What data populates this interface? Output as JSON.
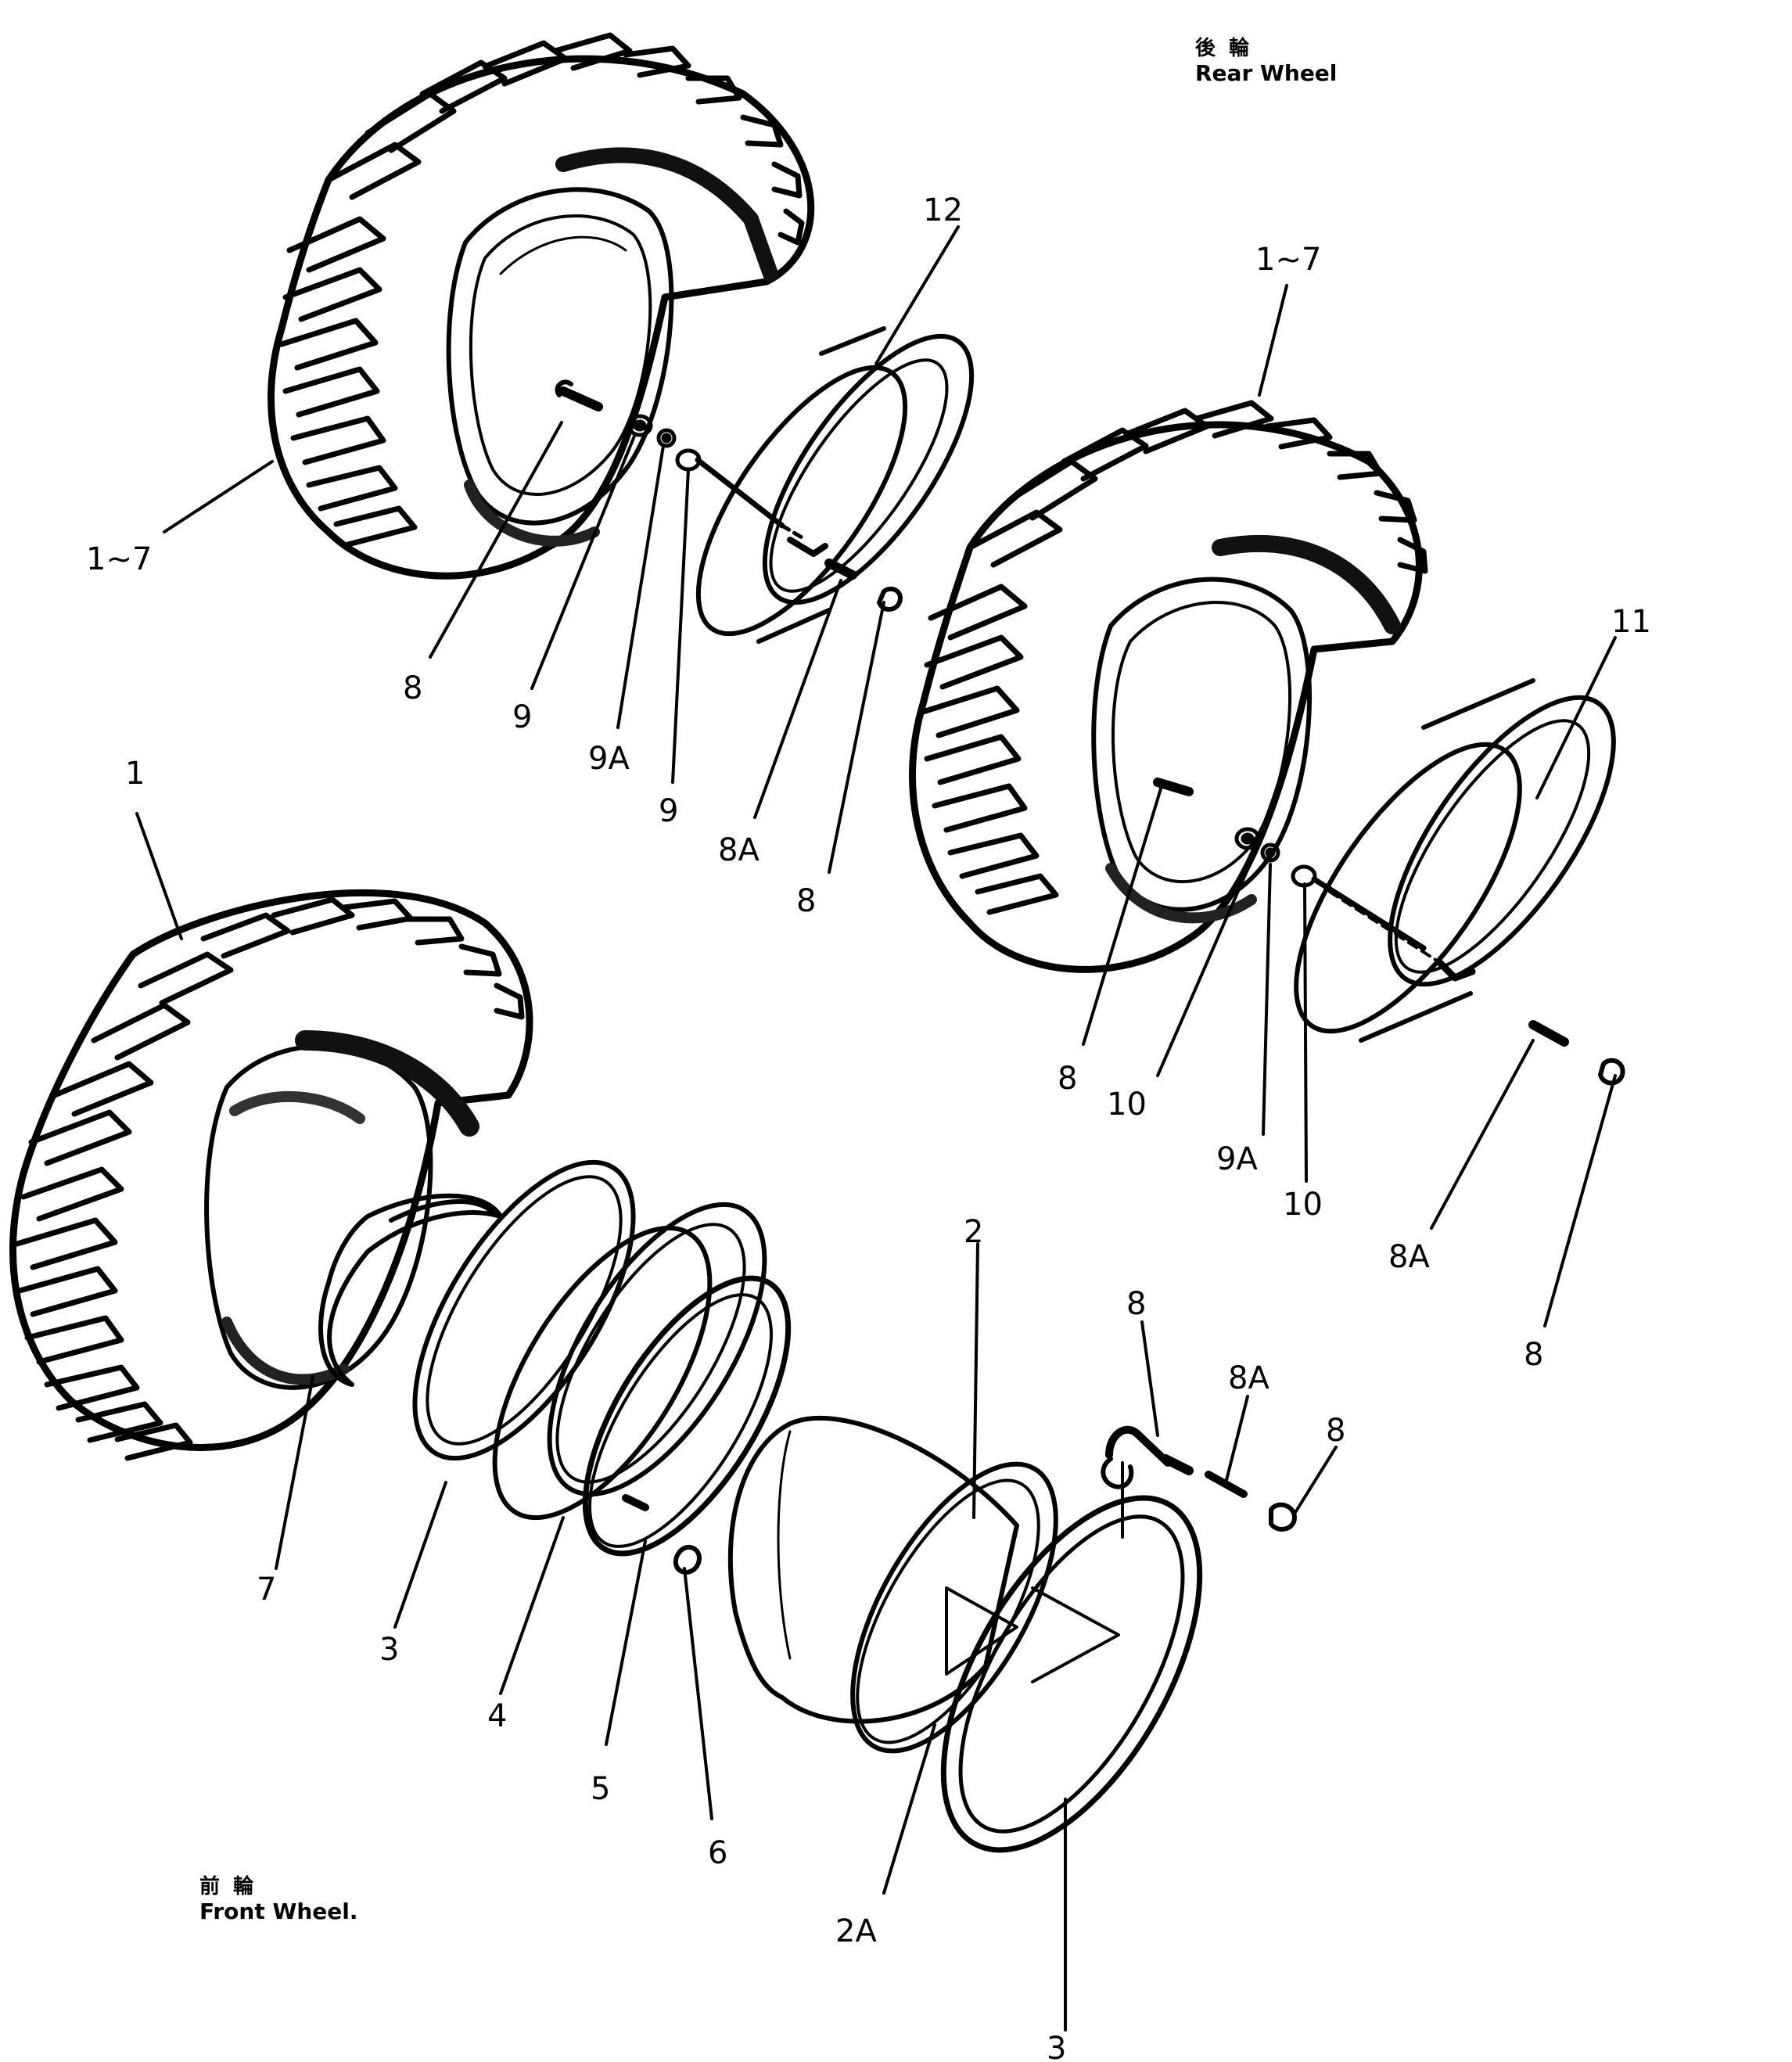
{
  "captions": {
    "rear": {
      "cjk": "後 輪",
      "en": "Rear Wheel"
    },
    "front": {
      "cjk": "前 輪",
      "en": "Front Wheel."
    }
  },
  "callouts": [
    {
      "id": "rear-left-tire",
      "text": "1~7"
    },
    {
      "id": "rear-left-valve",
      "text": "8"
    },
    {
      "id": "rear-left-nut",
      "text": "9"
    },
    {
      "id": "rear-left-washer",
      "text": "9A"
    },
    {
      "id": "rear-left-bolt",
      "text": "9"
    },
    {
      "id": "rear-left-core",
      "text": "8A"
    },
    {
      "id": "rear-left-cap",
      "text": "8"
    },
    {
      "id": "rear-spacer",
      "text": "12"
    },
    {
      "id": "rear-right-tire",
      "text": "1~7"
    },
    {
      "id": "rear-right-band",
      "text": "11"
    },
    {
      "id": "rear-right-valve",
      "text": "8"
    },
    {
      "id": "rear-right-nut",
      "text": "10"
    },
    {
      "id": "rear-right-washer",
      "text": "9A"
    },
    {
      "id": "rear-right-bolt",
      "text": "10"
    },
    {
      "id": "rear-right-core",
      "text": "8A"
    },
    {
      "id": "rear-right-cap",
      "text": "8"
    },
    {
      "id": "front-tire",
      "text": "1"
    },
    {
      "id": "front-flap",
      "text": "7"
    },
    {
      "id": "front-side-ring",
      "text": "3"
    },
    {
      "id": "front-bead-seat",
      "text": "4"
    },
    {
      "id": "front-lock-ring",
      "text": "5"
    },
    {
      "id": "front-key",
      "text": "6"
    },
    {
      "id": "front-rim",
      "text": "2"
    },
    {
      "id": "front-rim-base",
      "text": "2A"
    },
    {
      "id": "front-outer-ring",
      "text": "3"
    },
    {
      "id": "front-valve",
      "text": "8"
    },
    {
      "id": "front-core",
      "text": "8A"
    },
    {
      "id": "front-cap",
      "text": "8"
    }
  ]
}
